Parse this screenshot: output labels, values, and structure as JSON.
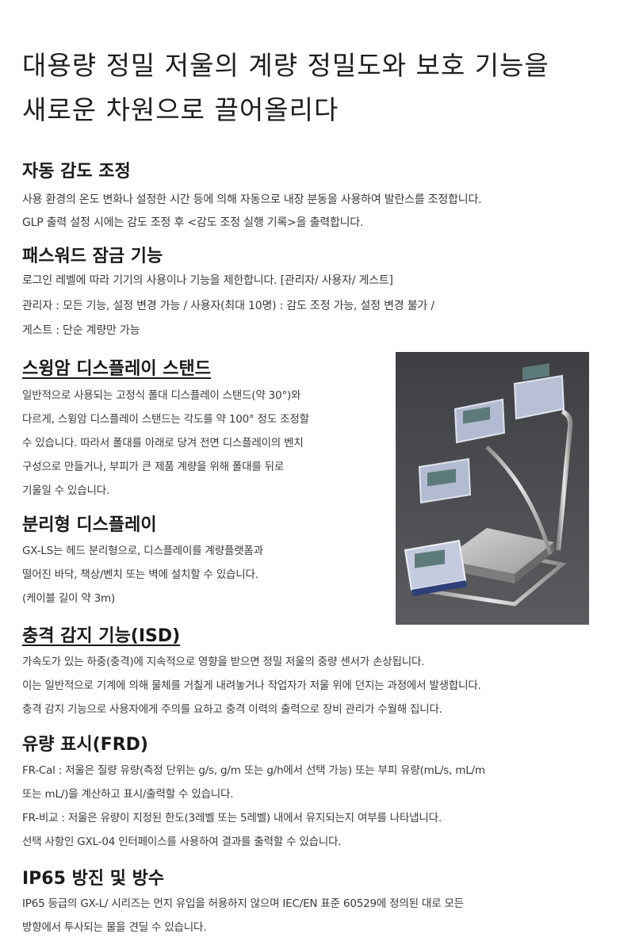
{
  "headline": {
    "line1": "대용량 정밀 저울의 계량 정밀도와 보호 기능을",
    "line2": "새로운 차원으로 끌어올리다"
  },
  "sections": {
    "auto_calibration": {
      "title": "자동 감도 조정",
      "lines": [
        "사용 환경의 온도 변화나 설정한 시간 등에 의해 자동으로 내장 분동을 사용하여 발란스를 조정합니다.",
        "GLP 출력 설정 시에는 감도 조정 후 <감도 조정 실행 기록>을 출력합니다."
      ]
    },
    "password_lock": {
      "title": "패스워드 잠금 기능",
      "lines": [
        "로그인 레벨에 따라 기기의 사용이나 기능을 제한합니다. [관리자/ 사용자/ 게스트]",
        "관리자 : 모든 기능, 설정 변경 가능 / 사용자(최대 10명) : 감도 조정 가능, 설정 변경 불가 /",
        "게스트 : 단순 계량만 가능"
      ]
    },
    "swing_arm": {
      "title": "스윙암 디스플레이 스탠드",
      "lines": [
        "일반적으로 사용되는 고정식 폴대 디스플레이 스탠드(약 30°)와",
        "다르게, 스윙암 디스플레이 스탠드는 각도를 약 100° 정도 조정할",
        "수 있습니다. 따라서 폴대를 아래로 당겨 전면 디스플레이의 벤치",
        "구성으로 만들거나, 부피가 큰 제품 계량을 위해 폴대를 뒤로",
        "기울일 수 있습니다."
      ]
    },
    "separate_display": {
      "title": "분리형 디스플레이",
      "lines": [
        "GX-LS는 헤드 분리형으로, 디스플레이를 계량플랫폼과",
        "떨어진 바닥, 책상/벤치 또는 벽에 설치할 수 있습니다.",
        "(케이블 길이 약 3m)"
      ]
    },
    "impact_detection": {
      "title": "충격 감지 기능(ISD)",
      "lines": [
        "가속도가 있는 하중(충격)에 지속적으로 영향을 받으면 정밀 저울의 중량 센서가 손상됩니다.",
        "이는 일반적으로 기계에 의해 물체를 거칠게 내려놓거나 작업자가 저울 위에 던지는 과정에서 발생합니다.",
        "충격 감지 기능으로 사용자에게 주의를 요하고 충격 이력의 출력으로 장비 관리가 수월해 집니다."
      ]
    },
    "flow_rate": {
      "title": "유량 표시(FRD)",
      "lines": [
        "FR-Cal : 저울은 질량 유량(측정 단위는 g/s, g/m 또는 g/h에서 선택 가능) 또는 부피 유량(mL/s, mL/m",
        "또는 mL/)을 계산하고 표시/출력할 수 있습니다.",
        "FR-비교 : 저울은 유량이 지정된 한도(3레벨 또는 5레벨) 내에서 유지되는지 여부를 나타냅니다.",
        "선택 사항인 GXL-04 인터페이스를 사용하여 결과를 출력할 수 있습니다."
      ]
    },
    "ip65": {
      "title": "IP65 방진 및 방수",
      "lines": [
        "IP65 등급의 GX-L/ 시리즈는 먼지 유입을 허용하지 않으며 IEC/EN 표준 60529에 정의된 대로 모든",
        "방향에서 투사되는 물을 견딜 수 있습니다."
      ]
    }
  },
  "photo": {
    "icon": "scale-swing-arm-product-photo",
    "background": "#4a4a4c",
    "accent": "#2f3f7a"
  }
}
